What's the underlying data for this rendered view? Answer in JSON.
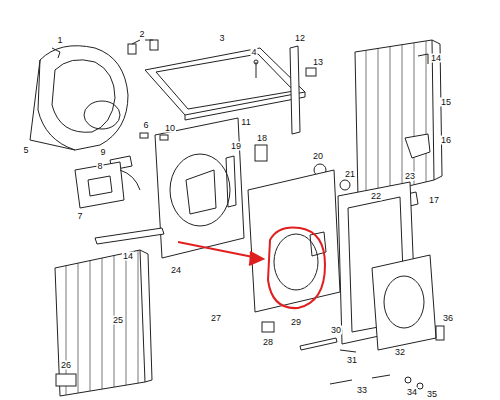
{
  "diagram": {
    "labels": [
      "1",
      "2",
      "3",
      "4",
      "12",
      "13",
      "14",
      "15",
      "16",
      "5",
      "6",
      "10",
      "11",
      "18",
      "19",
      "20",
      "21",
      "22",
      "17",
      "9",
      "8",
      "7",
      "14",
      "24",
      "23",
      "25",
      "27",
      "28",
      "29",
      "30",
      "31",
      "32",
      "36",
      "33",
      "34",
      "35",
      "26"
    ]
  }
}
